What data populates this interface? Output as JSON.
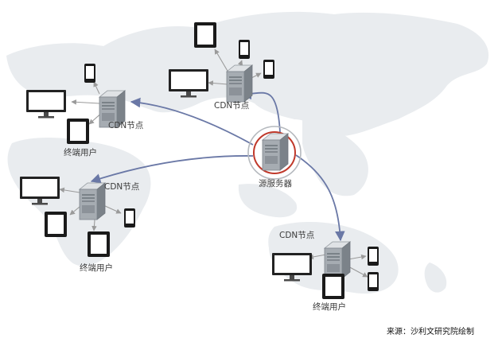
{
  "nodes": {
    "origin_label": "源服务器",
    "cdn_label": "CDN节点",
    "end_user_label": "终端用户"
  },
  "source_note": "来源：沙利文研究院绘制",
  "colors": {
    "map_land": "#e9ecef",
    "backbone_arrow": "#6a78a6",
    "user_arrow": "#9a9a9a",
    "origin_ring": "#c0392b",
    "server_body": "#9ba1a8"
  },
  "icons": {
    "origin": "server-icon",
    "cdn": "server-icon",
    "users": [
      "tablet-icon",
      "phone-icon",
      "monitor-icon"
    ]
  }
}
